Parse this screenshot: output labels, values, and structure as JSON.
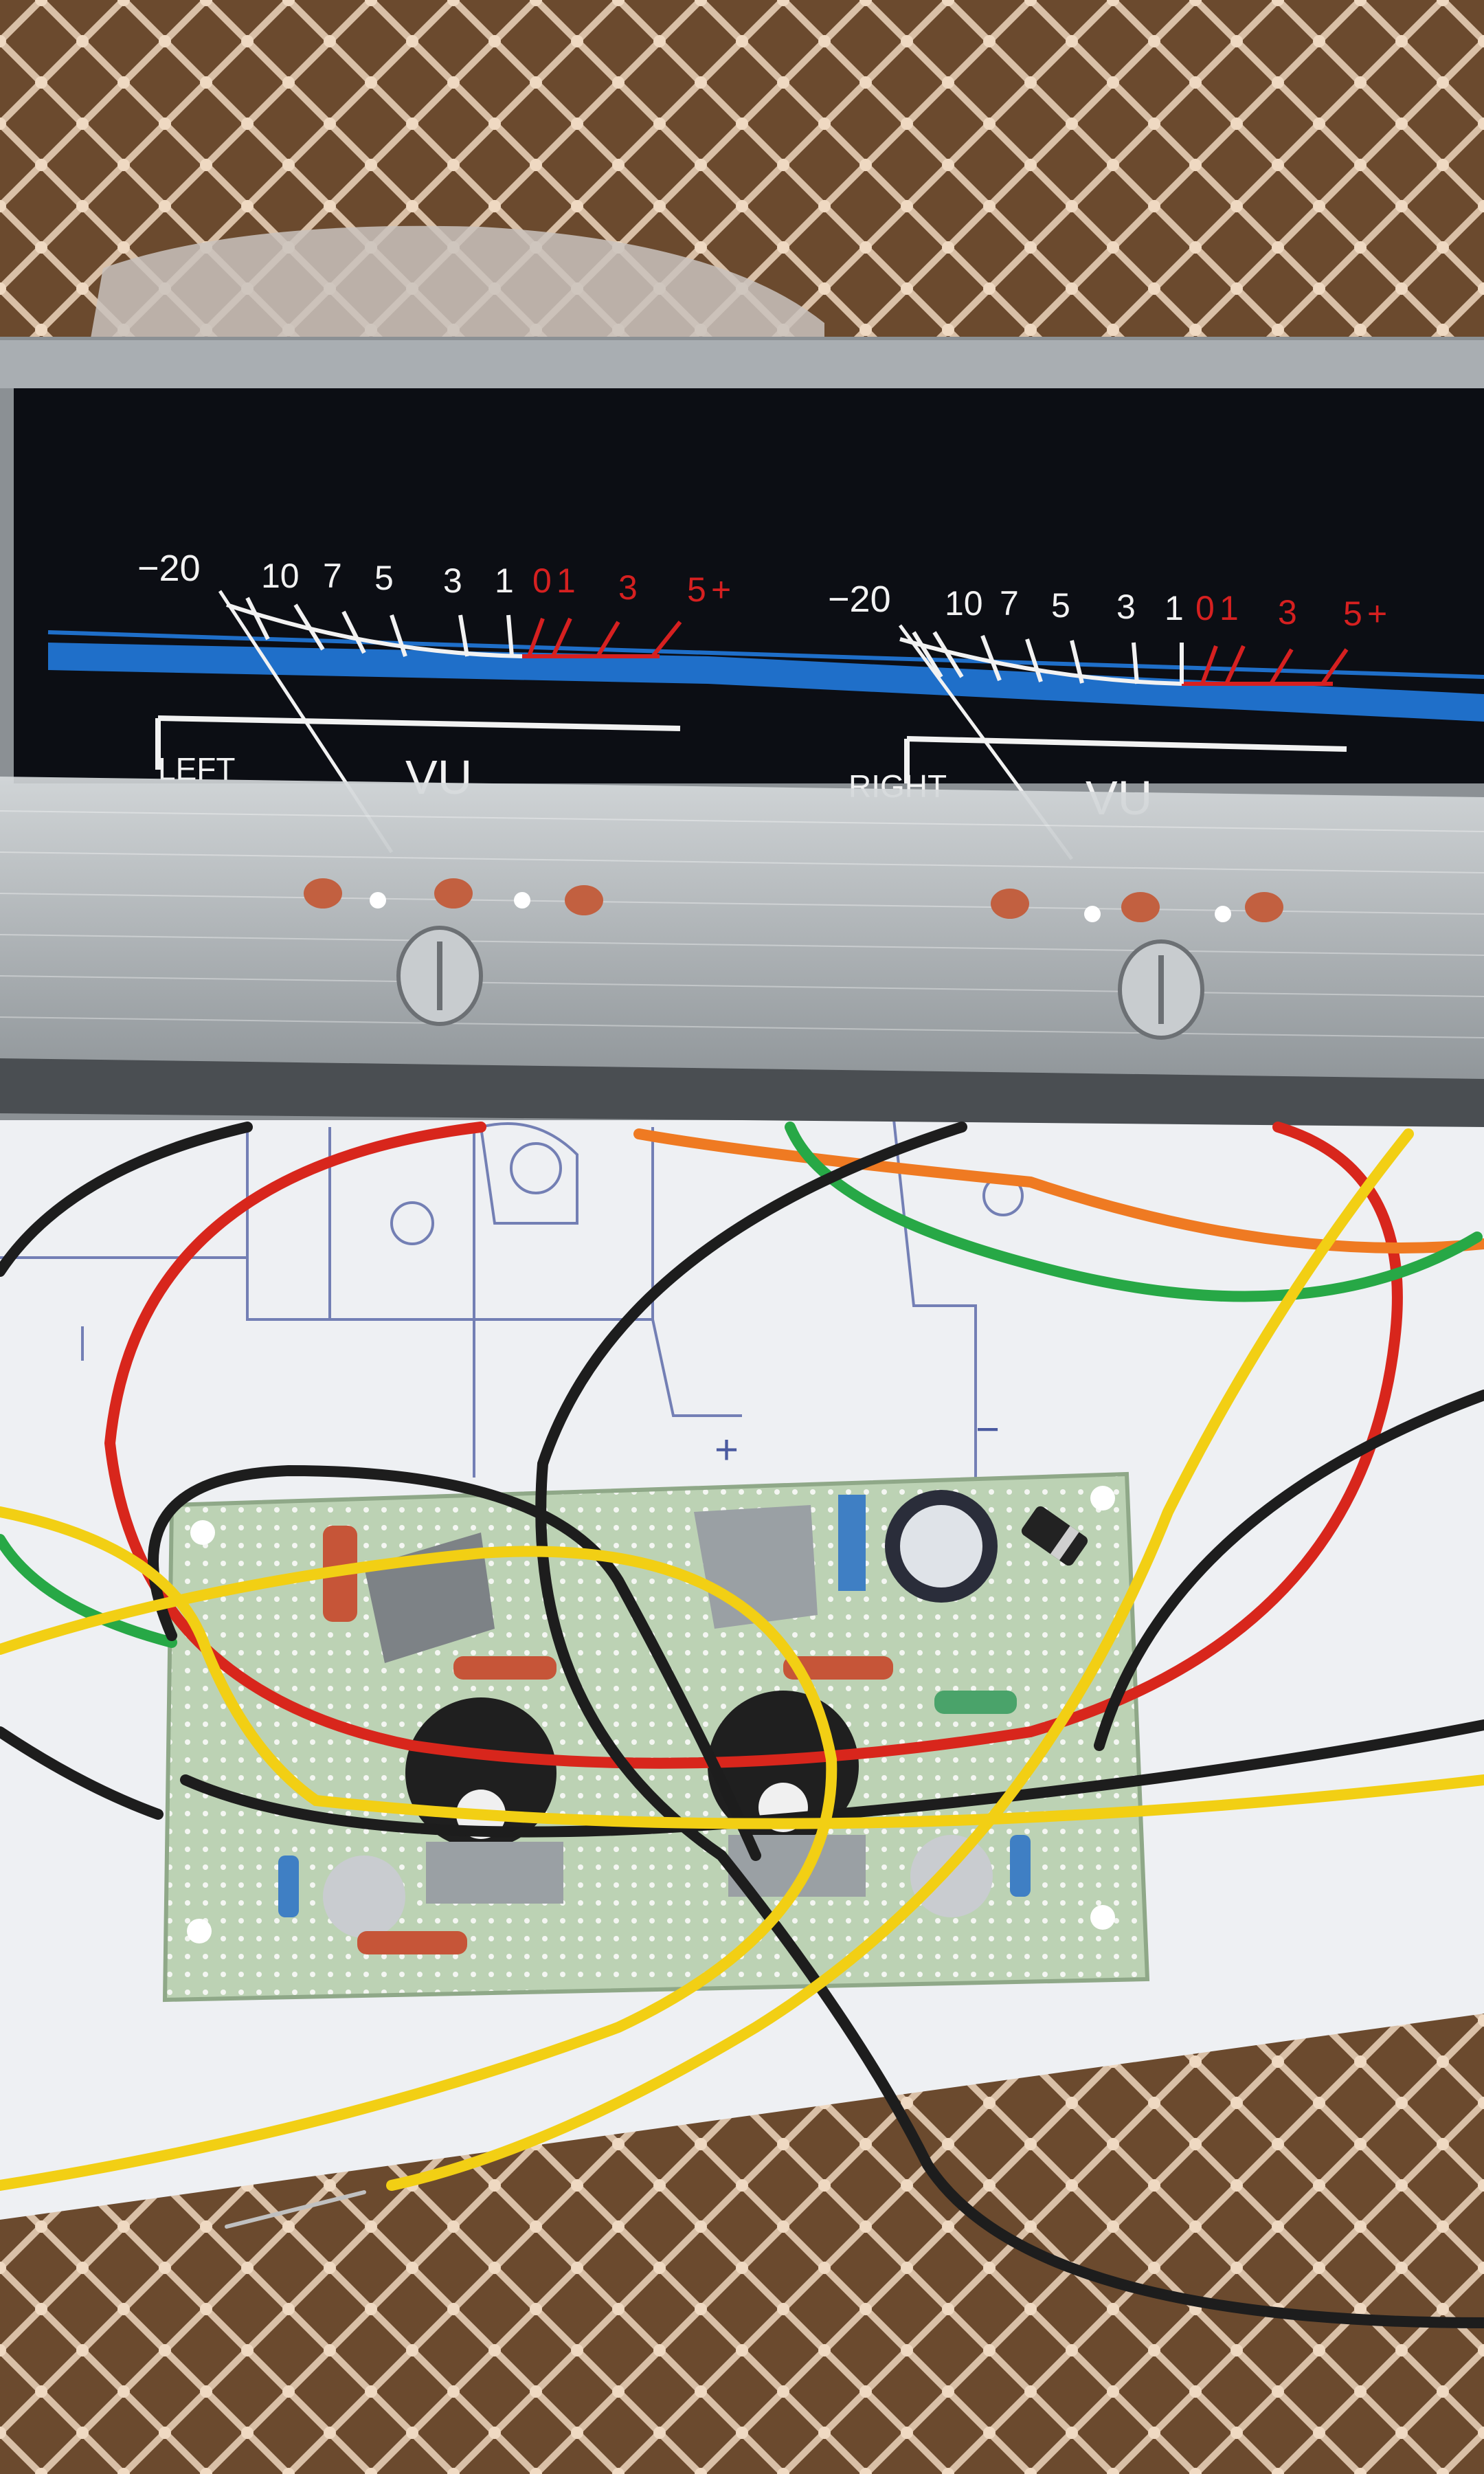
{
  "colors": {
    "background_cloth": "#6b4a2e",
    "net_thread": "#e6cdb4",
    "meter_face": "#0c0e14",
    "meter_blue_band": "#1f6fc9",
    "scale_white": "#f2f2f2",
    "scale_red": "#d62020",
    "pcb_green": "#bcd2b4",
    "wire_red": "#d8261c",
    "wire_black": "#1d1d1d",
    "wire_yellow": "#f2cf14",
    "wire_green": "#27a846",
    "wire_orange": "#ef7a22"
  },
  "left_meter": {
    "scale_white": [
      "−20",
      "10",
      "7",
      "5",
      "3",
      "1"
    ],
    "scale_red": [
      "0",
      "1",
      "3",
      "5",
      "+"
    ],
    "channel": "LEFT",
    "unit": "VU"
  },
  "right_meter": {
    "scale_white": [
      "−20",
      "10",
      "7",
      "5",
      "3",
      "1"
    ],
    "scale_red": [
      "0",
      "1",
      "3",
      "5",
      "+"
    ],
    "channel": "RIGHT",
    "unit": "VU"
  },
  "sketch": {
    "plus_mark": "+",
    "minus_mark": "−"
  },
  "icons": [
    "meter-screw-icon",
    "capacitor-icon",
    "trimmer-potentiometer-icon",
    "diode-icon"
  ]
}
